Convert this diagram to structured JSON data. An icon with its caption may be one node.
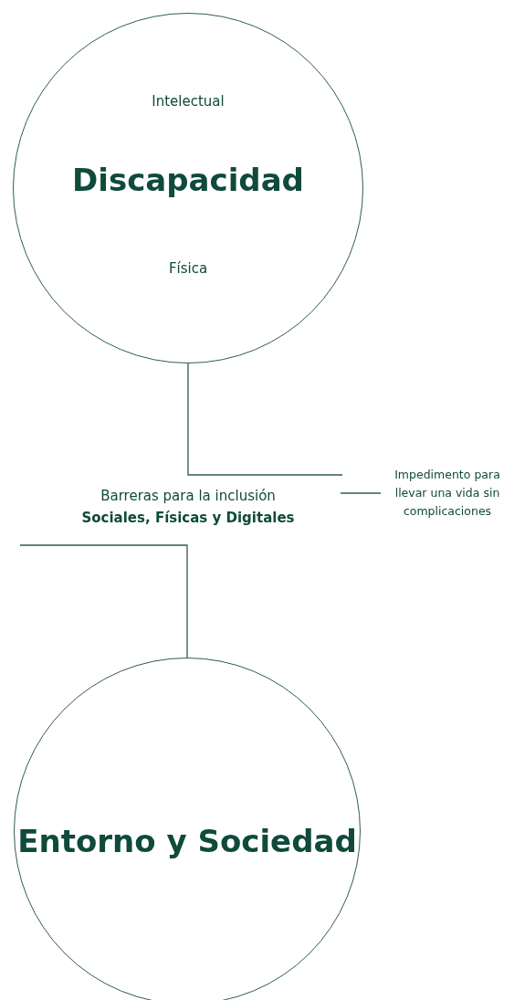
{
  "diagram": {
    "nodes": [
      {
        "text": [
          "Intelectual",
          "Discapacidad",
          "Física"
        ]
      },
      {
        "text": [
          "Barreras para la inclusión",
          "Sociales, Físicas y Digitales"
        ]
      },
      {
        "text": [
          "Impedimento para llevar una vida sin complicaciones"
        ]
      },
      {
        "text": [
          "Entorno y Sociedad"
        ]
      }
    ],
    "edges": [
      {
        "from": 0,
        "to": null,
        "arrow": "none"
      },
      {
        "from": null,
        "to": 2,
        "arrow": "none"
      },
      {
        "from": null,
        "to": 3,
        "arrow": "none"
      }
    ]
  }
}
